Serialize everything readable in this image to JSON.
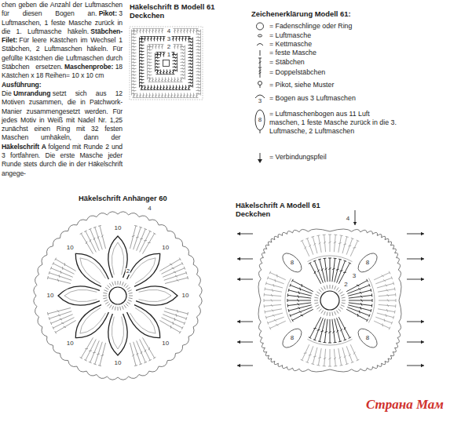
{
  "diagram": {
    "labels": [
      "chen geben die Anzahl der Luftmaschen für diesen Bogen an.",
      "Pikot:",
      "3 Luftmaschen, 1 feste Masche zurück in die 1. Luftmasche häkeln.",
      "Stäbchen-Filet:",
      "Für leere Kästchen im Wechsel 1 Stäbchen, 2 Luftmaschen häkeln. Für gefüllte Kästchen die Luftmaschen durch Stäbchen ersetzen.",
      "Maschenprobe:",
      "18 Kästchen x 18 Reihen= 10 x 10 cm",
      "Ausführung:",
      "Die",
      "Umrandung",
      "setzt sich aus 12 Motiven zusammen, die in Patchwork-Manier zusammengesetzt werden. Für jedes Motiv in Weiß mit Nadel Nr. 1,25 zunächst einen Ring mit 32 festen Maschen umhäkeln, dann der",
      "Häkelschrift A",
      "folgend mit Runde 2 und 3 fortfahren. Die erste Masche jeder Runde stets durch die in der Häkelschrift angege-",
      "Häkelschrift B Modell 61",
      "Deckchen",
      "Zeichenerklärung Modell 61:",
      "Häkelschrift Anhänger 60",
      "Häkelschrift A Modell 61",
      "Deckchen",
      "4",
      "3",
      "2",
      "1",
      "4",
      "3",
      "2",
      "8",
      "8",
      "8",
      "8",
      "4",
      "2",
      "10",
      "10",
      "10",
      "10",
      "10",
      "10",
      "10",
      "10",
      "3",
      "8",
      "Страна Мам"
    ],
    "legend": [
      {
        "text": "= Fadenschlinge oder Ring"
      },
      {
        "text": "= Luftmasche"
      },
      {
        "text": "= Kettmasche"
      },
      {
        "text": "= feste Masche"
      },
      {
        "text": "= Stäbchen"
      },
      {
        "text": "= Doppelstäbchen"
      },
      {
        "text": "= Pikot, siehe Muster"
      },
      {
        "text": "= Bogen aus 3 Luftmaschen"
      },
      {
        "text": "= Luftmaschenbogen aus 11 Luft maschen, 1 feste Masche zurück in die 3. Luftmasche, 2 Luftmaschen"
      },
      {
        "text": "= Verbindungspfeil"
      }
    ]
  }
}
